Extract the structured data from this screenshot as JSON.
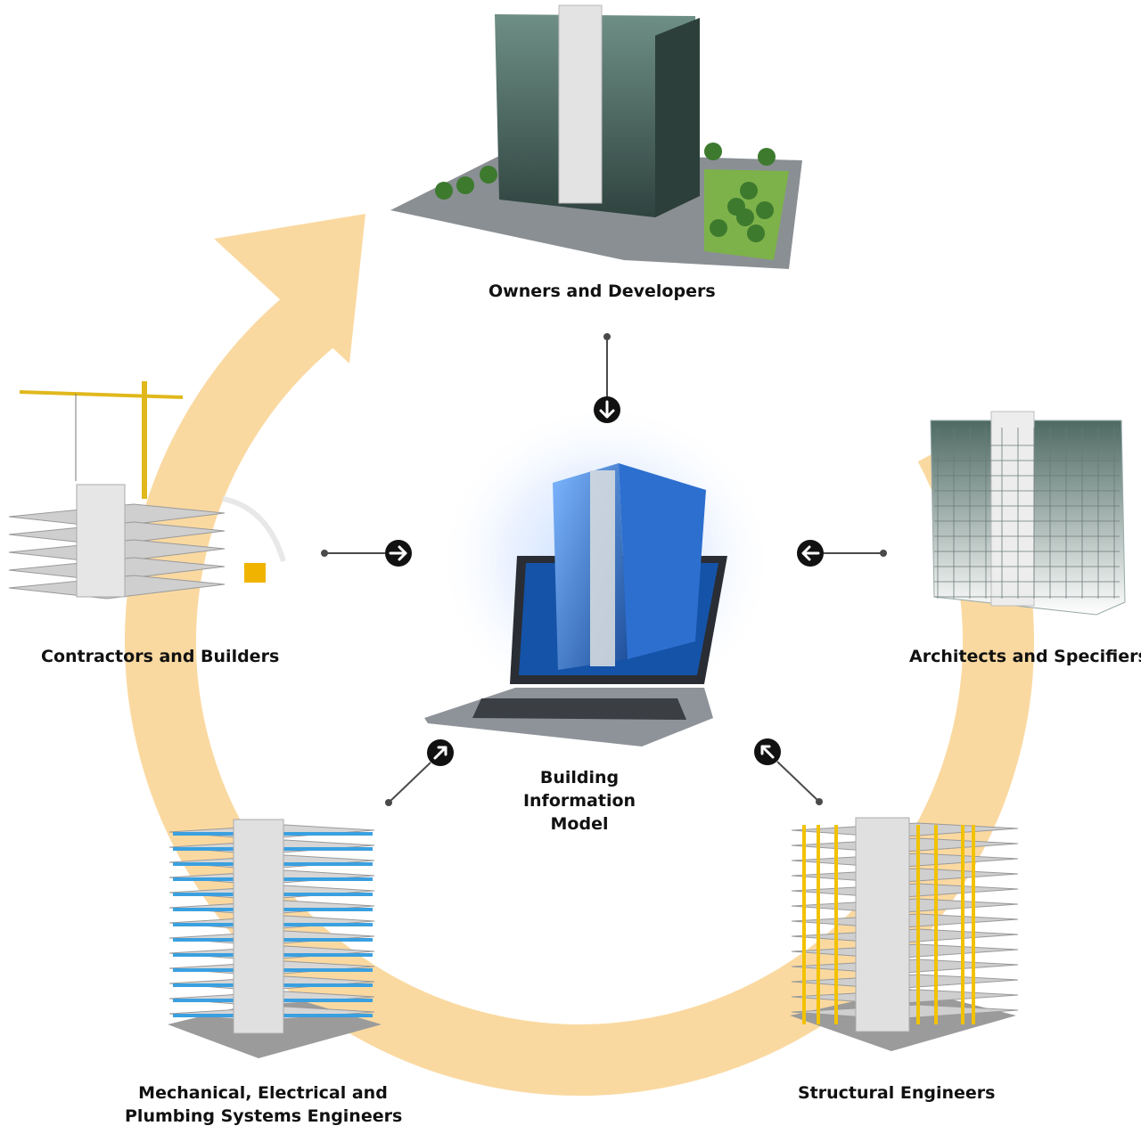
{
  "colors": {
    "cycle_arrow": "#fad9a1",
    "connector": "#4a4a4a",
    "arrow_badge": "#111111",
    "glass": "#3e5a55",
    "concrete": "#dcdcdc",
    "mep_blue": "#3aa0e0",
    "steel_yellow": "#f2c200",
    "laptop_glow": "#6fa8ff"
  },
  "nodes": {
    "owners": {
      "label": "Owners and Developers"
    },
    "architects": {
      "label": "Architects and Specifiers"
    },
    "structural": {
      "label": "Structural Engineers"
    },
    "mep": {
      "line1": "Mechanical, Electrical and",
      "line2": "Plumbing Systems Engineers"
    },
    "contractors": {
      "label": "Contractors and Builders"
    }
  },
  "center": {
    "line1": "Building",
    "line2": "Information",
    "line3": "Model"
  },
  "icons": [
    "arrow-down-icon",
    "arrow-left-icon",
    "arrow-right-icon",
    "arrow-up-right-icon",
    "arrow-up-left-icon"
  ]
}
